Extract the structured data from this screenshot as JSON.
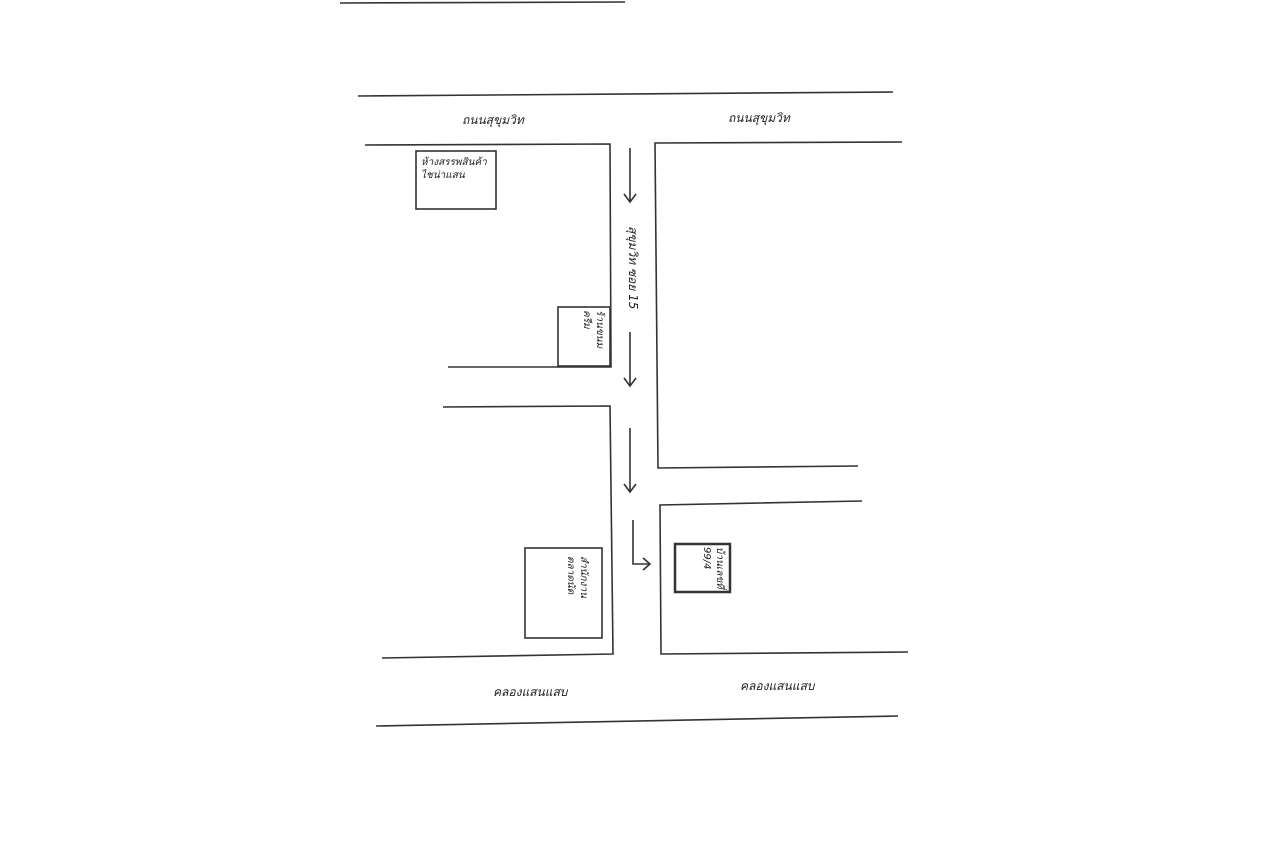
{
  "map": {
    "road_top_left": "ถนนสุขุมวิท",
    "road_top_right": "ถนนสุขุมวิท",
    "soi_label": "สุขุมวิท ซอย 15",
    "mall": {
      "line1": "ห้างสรรพสินค้า",
      "line2": "ไชน่าแสน"
    },
    "shop": {
      "line1": "ร้านขนม",
      "line2": "ครีม"
    },
    "office": {
      "line1": "สำนักงาน",
      "line2": "ตลาดนัด"
    },
    "house": {
      "line1": "บ้านเลขที่",
      "line2": "99/4"
    },
    "canal_left": "คลองแสนแสบ",
    "canal_right": "คลองแสนแสบ"
  }
}
